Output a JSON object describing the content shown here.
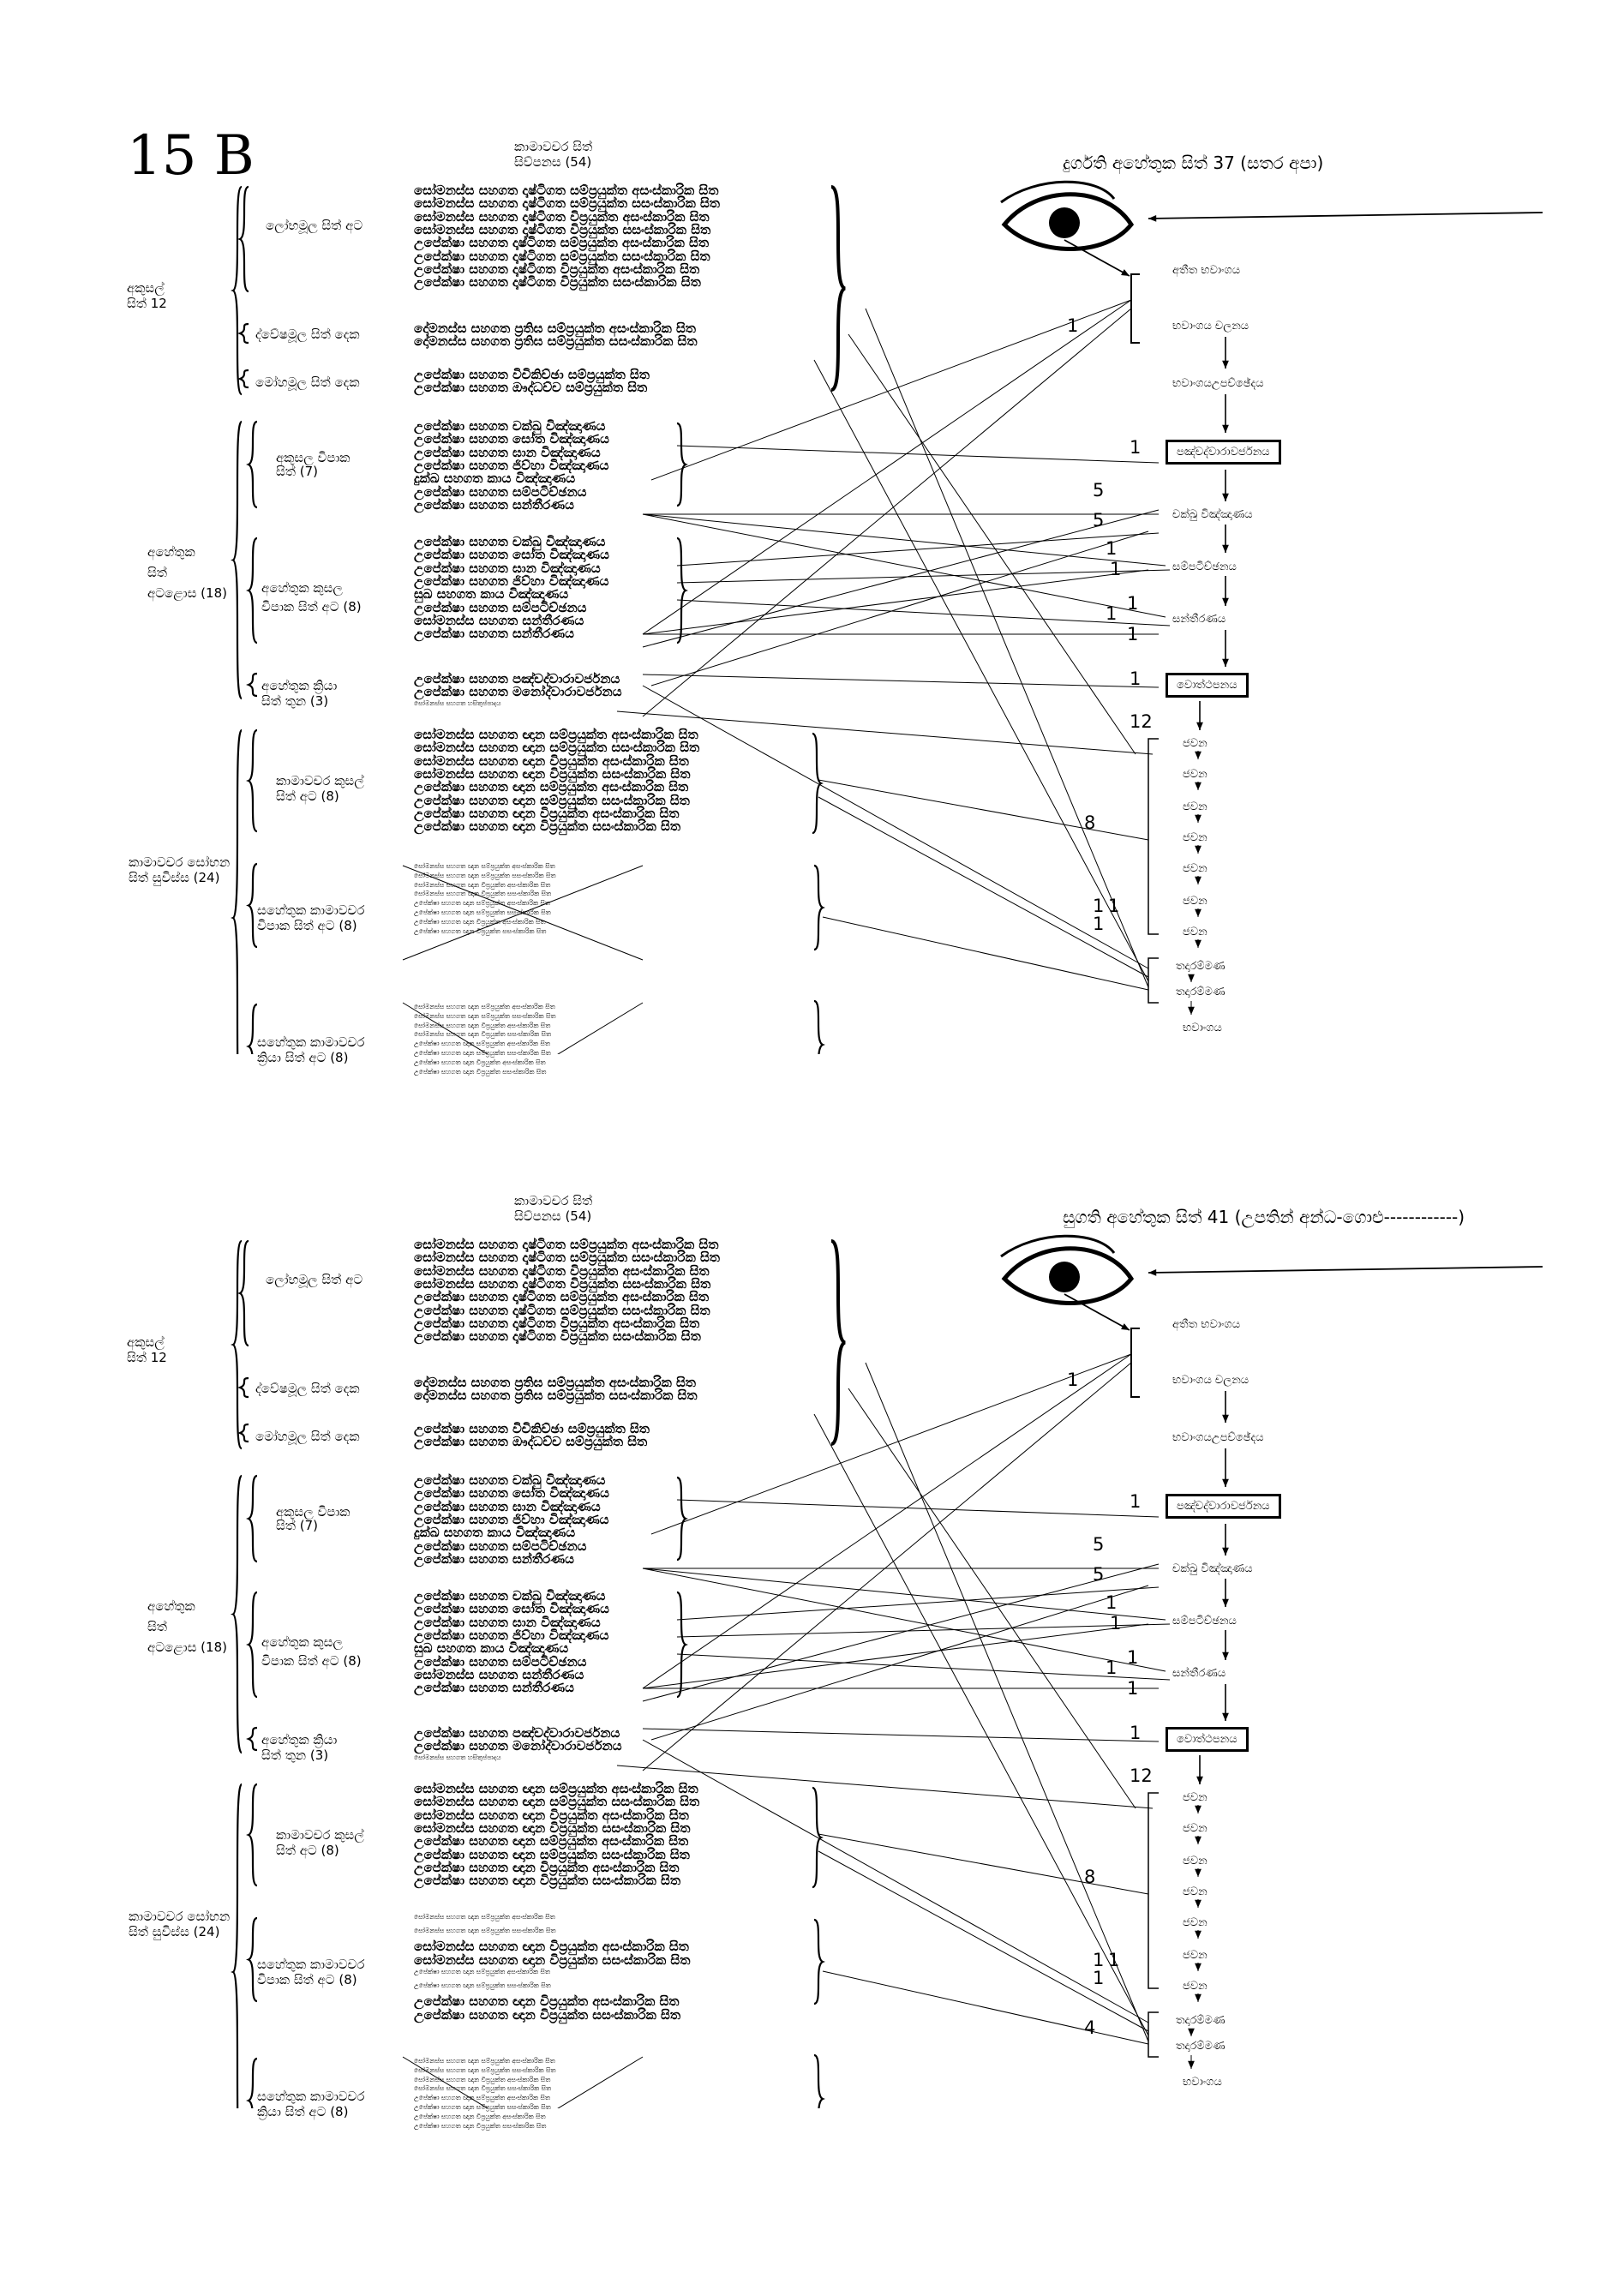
{
  "page_label": "15 B",
  "panels": [
    {
      "id": "top",
      "title": "දුර්ගති අහේතුක සිත්   37 (සතර අපා)",
      "heading": [
        "කාමාවචර සිත්",
        "සිව්පනස (54)"
      ],
      "left_groups": {
        "akusal": [
          "අකුසල්",
          "සිත් 12"
        ],
        "lobha": "ලෝභමූල සිත් අට",
        "dvesha": "ද්වේෂමූල සිත් දෙක",
        "moha": "මෝහමූල සිත් දෙක",
        "ahetuka": [
          "අහේතුක",
          "සිත්",
          "අටළොස (18)"
        ],
        "akusala_vipaka": [
          "අකුසල විපාක",
          "සිත් (7)"
        ],
        "kusala_vipaka": [
          "අහේතුක කුසල",
          "විපාක සිත් අට (8)"
        ],
        "kriya": [
          "අහේතුක ක්‍රියා",
          "සිත් තුන (3)"
        ],
        "sobhana": [
          "කාමාවචර සෝභන",
          "සිත් සුවිස්ස (24)"
        ],
        "kama_kusal": [
          "කාමාවචර කුසල්",
          "සිත් අට (8)"
        ],
        "sahetuka_vipaka": [
          "සහේතුක කාමාවචර",
          "විපාක සිත් අට (8)"
        ],
        "sahetuka_kriya": [
          "සහේතුක කාමාවචර",
          "ක්‍රියා සිත් අට (8)"
        ]
      },
      "rows_lobha": [
        "සෝමනස්ස සහගත දෘෂ්ටිගත සම්ප්‍රයුක්ත අසංස්කාරික සිත",
        "සෝමනස්ස සහගත දෘෂ්ටිගත සම්ප්‍රයුක්ත සසංස්කාරික සිත",
        "සෝමනස්ස සහගත දෘෂ්ටිගත විප්‍රයුක්ත අසංස්කාරික සිත",
        "සෝමනස්ස සහගත දෘෂ්ටිගත විප්‍රයුක්ත සසංස්කාරික සිත",
        "උපේක්ෂා සහගත දෘෂ්ටිගත සම්ප්‍රයුක්ත අසංස්කාරික සිත",
        "උපේක්ෂා සහගත දෘෂ්ටිගත සම්ප්‍රයුක්ත සසංස්කාරික සිත",
        "උපේක්ෂා සහගත දෘෂ්ටිගත විප්‍රයුක්ත අසංස්කාරික සිත",
        "උපේක්ෂා සහගත දෘෂ්ටිගත විප්‍රයුක්ත සසංස්කාරික සිත"
      ],
      "rows_dvesha": [
        "දෝමනස්ස සහගත ප්‍රතිඝ සම්ප්‍රයුක්ත අසංස්කාරික සිත",
        "දෝමනස්ස සහගත ප්‍රතිඝ සම්ප්‍රයුක්ත සසංස්කාරික සිත"
      ],
      "rows_moha": [
        "උපේක්ෂා සහගත විචිකිච්ඡා සම්ප්‍රයුක්ත සිත",
        "උපේක්ෂා සහගත ඖද්ධච්ච සම්ප්‍රයුක්ත සිත"
      ],
      "rows_akusala_vipaka": [
        "උපේක්ෂා සහගත චක්ඛු විඤ්ඤාණය",
        "උපේක්ෂා සහගත සෝත විඤ්ඤාණය",
        "උපේක්ෂා සහගත ඝාන විඤ්ඤාණය",
        "උපේක්ෂා සහගත ජිව්හා විඤ්ඤාණය",
        "දුක්ඛ සහගත කාය විඤ්ඤාණය",
        "උපේක්ෂා සහගත සම්පටිච්ඡනය",
        "උපේක්ෂා සහගත සන්තීරණය"
      ],
      "rows_kusala_vipaka": [
        "උපේක්ෂා සහගත චක්ඛු විඤ්ඤාණය",
        "උපේක්ෂා සහගත සෝත විඤ්ඤාණය",
        "උපේක්ෂා සහගත ඝාන විඤ්ඤාණය",
        "උපේක්ෂා සහගත ජිව්හා විඤ්ඤාණය",
        "සුඛ සහගත කාය විඤ්ඤාණය",
        "උපේක්ෂා සහගත සම්පටිච්ඡනය",
        "සෝමනස්ස සහගත සන්තීරණය",
        "උපේක්ෂා සහගත සන්තීරණය"
      ],
      "rows_kriya": [
        "උපේක්ෂා සහගත පඤ්චද්වාරාවර්ජනය",
        "උපේක්ෂා සහගත මනෝද්වාරාවර්ජනය",
        "සෝමනස්ස සහගත හසිතුප්පාදය"
      ],
      "rows_kama_kusal": [
        "සෝමනස්ස සහගත ඥාන සම්ප්‍රයුක්ත අසංස්කාරික සිත",
        "සෝමනස්ස සහගත ඥාන සම්ප්‍රයුක්ත සසංස්කාරික සිත",
        "සෝමනස්ස සහගත ඥාන විප්‍රයුක්ත අසංස්කාරික සිත",
        "සෝමනස්ස සහගත ඥාන විප්‍රයුක්ත සසංස්කාරික සිත",
        "උපේක්ෂා සහගත ඥාන සම්ප්‍රයුක්ත අසංස්කාරික සිත",
        "උපේක්ෂා සහගත ඥාන සම්ප්‍රයුක්ත සසංස්කාරික සිත",
        "උපේක්ෂා සහගත ඥාන විප්‍රයුක්ත අසංස්කාරික සිත",
        "උපේක්ෂා සහගත ඥාන විප්‍රයුක්ත සසංස්කාරික සිත"
      ],
      "rows_sahetuka_vipaka": [
        "සෝමනස්ස සහගත ඥාන සම්ප්‍රයුක්ත අසංස්කාරික සිත",
        "සෝමනස්ස සහගත ඥාන සම්ප්‍රයුක්ත සසංස්කාරික සිත",
        "සෝමනස්ස සහගත ඥාන විප්‍රයුක්ත අසංස්කාරික සිත",
        "සෝමනස්ස සහගත ඥාන විප්‍රයුක්ත සසංස්කාරික සිත",
        "උපේක්ෂා සහගත ඥාන සම්ප්‍රයුක්ත අසංස්කාරික සිත",
        "උපේක්ෂා සහගත ඥාන සම්ප්‍රයුක්ත සසංස්කාරික සිත",
        "උපේක්ෂා සහගත ඥාන විප්‍රයුක්ත අසංස්කාරික සිත",
        "උපේක්ෂා සහගත ඥාන විප්‍රයුක්ත සසංස්කාරික සිත"
      ],
      "rows_sahetuka_kriya": [
        "සෝමනස්ස සහගත ඥාන සම්ප්‍රයුක්ත අසංස්කාරික සිත",
        "සෝමනස්ස සහගත ඥාන සම්ප්‍රයුක්ත සසංස්කාරික සිත",
        "සෝමනස්ස සහගත ඥාන විප්‍රයුක්ත අසංස්කාරික සිත",
        "සෝමනස්ස සහගත ඥාන විප්‍රයුක්ත සසංස්කාරික සිත",
        "උපේක්ෂා සහගත ඥාන සම්ප්‍රයුක්ත අසංස්කාරික සිත",
        "උපේක්ෂා සහගත ඥාන සම්ප්‍රයුක්ත සසංස්කාරික සිත",
        "උපේක්ෂා සහගත ඥාන විප්‍රයුක්ත අසංස්කාරික සිත",
        "උපේක්ෂා සහගත ඥාන විප්‍රයුක්ත සසංස්කාරික සිත"
      ],
      "flow": {
        "atita": "අතීත භවාංගය",
        "chalana": "භවාංගය චලනය",
        "upaccheda": "භවාංගයඋපච්ඡේදය",
        "pancadvara": "පඤ්චද්වාරාවර්ජනය",
        "cakkhu": "චක්ඛු විඤ්ඤාණය",
        "sampaticchana": "සම්පටිච්ඡනය",
        "santirana": "සන්තීරණය",
        "votthapana": "වොත්ථපනය",
        "javana": [
          "ජවන",
          "ජවන",
          "ජවන",
          "ජවන",
          "ජවන",
          "ජවන",
          "ජවන"
        ],
        "tadarammana": [
          "තදාරම්මණ",
          "තදාරම්මණ"
        ],
        "bhavanga": "භවාංගය"
      },
      "counts": {
        "atita": "1",
        "pancadvara": "1",
        "cakkhu_a": "5",
        "cakkhu_b": "5",
        "sampa_a": "1",
        "sampa_b": "1",
        "santi_a": "1",
        "santi_b": "1",
        "santi_c": "1",
        "votthapana": "1",
        "javana": "12",
        "kusal": "8",
        "tada_a": "1",
        "tada_b": "1",
        "tada_c": "1",
        "tada_d": ""
      }
    },
    {
      "id": "bottom",
      "title": "සුගති අහේතුක සිත්   41 (උපතින් අන්ධ-ගොළු------------)",
      "heading": [
        "කාමාවචර සිත්",
        "සිව්පනස (54)"
      ],
      "left_groups": {
        "akusal": [
          "අකුසල්",
          "සිත් 12"
        ],
        "lobha": "ලෝභමූල සිත් අට",
        "dvesha": "ද්වේෂමූල සිත් දෙක",
        "moha": "මෝහමූල සිත් දෙක",
        "ahetuka": [
          "අහේතුක",
          "සිත්",
          "අටළොස (18)"
        ],
        "akusala_vipaka": [
          "අකුසල විපාක",
          "සිත් (7)"
        ],
        "kusala_vipaka": [
          "අහේතුක කුසල",
          "විපාක සිත් අට (8)"
        ],
        "kriya": [
          "අහේතුක ක්‍රියා",
          "සිත් තුන (3)"
        ],
        "sobhana": [
          "කාමාවචර සෝභන",
          "සිත් සුවිස්ස (24)"
        ],
        "kama_kusal": [
          "කාමාවචර කුසල්",
          "සිත් අට (8)"
        ],
        "sahetuka_vipaka": [
          "සහේතුක කාමාවචර",
          "විපාක සිත් අට (8)"
        ],
        "sahetuka_kriya": [
          "සහේතුක කාමාවචර",
          "ක්‍රියා සිත් අට (8)"
        ]
      },
      "rows_lobha": [
        "සෝමනස්ස සහගත දෘෂ්ටිගත සම්ප්‍රයුක්ත අසංස්කාරික සිත",
        "සෝමනස්ස සහගත දෘෂ්ටිගත සම්ප්‍රයුක්ත සසංස්කාරික සිත",
        "සෝමනස්ස සහගත දෘෂ්ටිගත විප්‍රයුක්ත අසංස්කාරික සිත",
        "සෝමනස්ස සහගත දෘෂ්ටිගත විප්‍රයුක්ත සසංස්කාරික සිත",
        "උපේක්ෂා සහගත දෘෂ්ටිගත සම්ප්‍රයුක්ත අසංස්කාරික සිත",
        "උපේක්ෂා සහගත දෘෂ්ටිගත සම්ප්‍රයුක්ත සසංස්කාරික සිත",
        "උපේක්ෂා සහගත දෘෂ්ටිගත විප්‍රයුක්ත අසංස්කාරික සිත",
        "උපේක්ෂා සහගත දෘෂ්ටිගත විප්‍රයුක්ත සසංස්කාරික සිත"
      ],
      "rows_dvesha": [
        "දෝමනස්ස සහගත ප්‍රතිඝ සම්ප්‍රයුක්ත අසංස්කාරික සිත",
        "දෝමනස්ස සහගත ප්‍රතිඝ සම්ප්‍රයුක්ත සසංස්කාරික සිත"
      ],
      "rows_moha": [
        "උපේක්ෂා සහගත විචිකිච්ඡා සම්ප්‍රයුක්ත සිත",
        "උපේක්ෂා සහගත ඖද්ධච්ච සම්ප්‍රයුක්ත සිත"
      ],
      "rows_akusala_vipaka": [
        "උපේක්ෂා සහගත චක්ඛු විඤ්ඤාණය",
        "උපේක්ෂා සහගත සෝත විඤ්ඤාණය",
        "උපේක්ෂා සහගත ඝාන විඤ්ඤාණය",
        "උපේක්ෂා සහගත ජිව්හා විඤ්ඤාණය",
        "දුක්ඛ සහගත කාය විඤ්ඤාණය",
        "උපේක්ෂා සහගත සම්පටිච්ඡනය",
        "උපේක්ෂා සහගත සන්තීරණය"
      ],
      "rows_kusala_vipaka": [
        "උපේක්ෂා සහගත චක්ඛු විඤ්ඤාණය",
        "උපේක්ෂා සහගත සෝත විඤ්ඤාණය",
        "උපේක්ෂා සහගත ඝාන විඤ්ඤාණය",
        "උපේක්ෂා සහගත ජිව්හා විඤ්ඤාණය",
        "සුඛ සහගත කාය විඤ්ඤාණය",
        "උපේක්ෂා සහගත සම්පටිච්ඡනය",
        "සෝමනස්ස සහගත සන්තීරණය",
        "උපේක්ෂා සහගත සන්තීරණය"
      ],
      "rows_kriya": [
        "උපේක්ෂා සහගත පඤ්චද්වාරාවර්ජනය",
        "උපේක්ෂා සහගත මනෝද්වාරාවර්ජනය",
        "සෝමනස්ස සහගත හසිතුප්පාදය"
      ],
      "rows_kama_kusal": [
        "සෝමනස්ස සහගත ඥාන සම්ප්‍රයුක්ත අසංස්කාරික සිත",
        "සෝමනස්ස සහගත ඥාන සම්ප්‍රයුක්ත සසංස්කාරික සිත",
        "සෝමනස්ස සහගත ඥාන විප්‍රයුක්ත අසංස්කාරික සිත",
        "සෝමනස්ස සහගත ඥාන විප්‍රයුක්ත සසංස්කාරික සිත",
        "උපේක්ෂා සහගත ඥාන සම්ප්‍රයුක්ත අසංස්කාරික සිත",
        "උපේක්ෂා සහගත ඥාන සම්ප්‍රයුක්ත සසංස්කාරික සිත",
        "උපේක්ෂා සහගත ඥාන විප්‍රයුක්ත අසංස්කාරික සිත",
        "උපේක්ෂා සහගත ඥාන විප්‍රයුක්ත සසංස්කාරික සිත"
      ],
      "rows_sahetuka_vipaka": [
        "සෝමනස්ස සහගත ඥාන සම්ප්‍රයුක්ත අසංස්කාරික සිත",
        "සෝමනස්ස සහගත ඥාන සම්ප්‍රයුක්ත සසංස්කාරික සිත",
        "සෝමනස්ස සහගත ඥාන විප්‍රයුක්ත අසංස්කාරික සිත",
        "සෝමනස්ස සහගත ඥාන විප්‍රයුක්ත සසංස්කාරික සිත",
        "උපේක්ෂා සහගත ඥාන සම්ප්‍රයුක්ත අසංස්කාරික සිත",
        "උපේක්ෂා සහගත ඥාන සම්ප්‍රයුක්ත සසංස්කාරික සිත",
        "උපේක්ෂා සහගත ඥාන විප්‍රයුක්ත අසංස්කාරික සිත",
        "උපේක්ෂා සහගත ඥාන විප්‍රයුක්ත සසංස්කාරික සිත"
      ],
      "rows_sahetuka_kriya": [
        "සෝමනස්ස සහගත ඥාන සම්ප්‍රයුක්ත අසංස්කාරික සිත",
        "සෝමනස්ස සහගත ඥාන සම්ප්‍රයුක්ත සසංස්කාරික සිත",
        "සෝමනස්ස සහගත ඥාන විප්‍රයුක්ත අසංස්කාරික සිත",
        "සෝමනස්ස සහගත ඥාන විප්‍රයුක්ත සසංස්කාරික සිත",
        "උපේක්ෂා සහගත ඥාන සම්ප්‍රයුක්ත අසංස්කාරික සිත",
        "උපේක්ෂා සහගත ඥාන සම්ප්‍රයුක්ත සසංස්කාරික සිත",
        "උපේක්ෂා සහගත ඥාන විප්‍රයුක්ත අසංස්කාරික සිත",
        "උපේක්ෂා සහගත ඥාන විප්‍රයුක්ත සසංස්කාරික සිත"
      ],
      "flow": {
        "atita": "අතීත භවාංගය",
        "chalana": "භවාංගය චලනය",
        "upaccheda": "භවාංගයඋපච්ඡේදය",
        "pancadvara": "පඤ්චද්වාරාවර්ජනය",
        "cakkhu": "චක්ඛු විඤ්ඤාණය",
        "sampaticchana": "සම්පටිච්ඡනය",
        "santirana": "සන්තීරණය",
        "votthapana": "වොත්ථපනය",
        "javana": [
          "ජවන",
          "ජවන",
          "ජවන",
          "ජවන",
          "ජවන",
          "ජවන",
          "ජවන"
        ],
        "tadarammana": [
          "තදාරම්මණ",
          "තදාරම්මණ"
        ],
        "bhavanga": "භවාංගය"
      },
      "counts": {
        "atita": "1",
        "pancadvara": "1",
        "cakkhu_a": "5",
        "cakkhu_b": "5",
        "sampa_a": "1",
        "sampa_b": "1",
        "santi_a": "1",
        "santi_b": "1",
        "santi_c": "1",
        "votthapana": "1",
        "javana": "12",
        "kusal": "8",
        "tada_a": "1",
        "tada_b": "1",
        "tada_c": "1",
        "tada_d": "4"
      }
    }
  ]
}
